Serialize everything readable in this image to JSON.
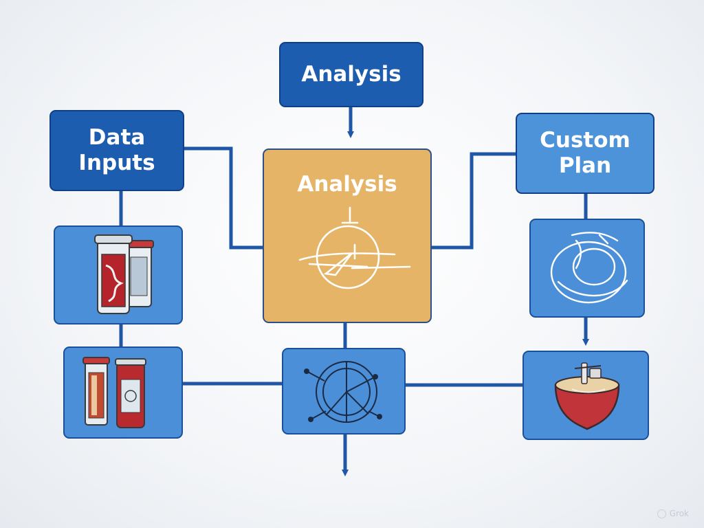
{
  "diagram": {
    "nodes": {
      "analysis_top": {
        "label": "Analysis"
      },
      "data_inputs": {
        "label": "Data\nInputs"
      },
      "analysis_center": {
        "label": "Analysis",
        "icon": "crosshair-circle-sketch-icon"
      },
      "custom_plan": {
        "label": "Custom\nPlan"
      },
      "tile_left_upper": {
        "icon": "specimen-jars-icon"
      },
      "tile_left_lower": {
        "icon": "test-tubes-icon"
      },
      "tile_center_lower": {
        "icon": "network-wheel-icon"
      },
      "tile_right_upper": {
        "icon": "circular-sketch-icon"
      },
      "tile_right_lower": {
        "icon": "heart-bowl-icon"
      }
    },
    "colors": {
      "navy": "#1c5db0",
      "sky": "#4d93d9",
      "tile": "#4a8fd8",
      "gold": "#e6b466",
      "connector": "#1f56a6",
      "border": "#123e86"
    }
  },
  "watermark": {
    "text": "Grok"
  }
}
